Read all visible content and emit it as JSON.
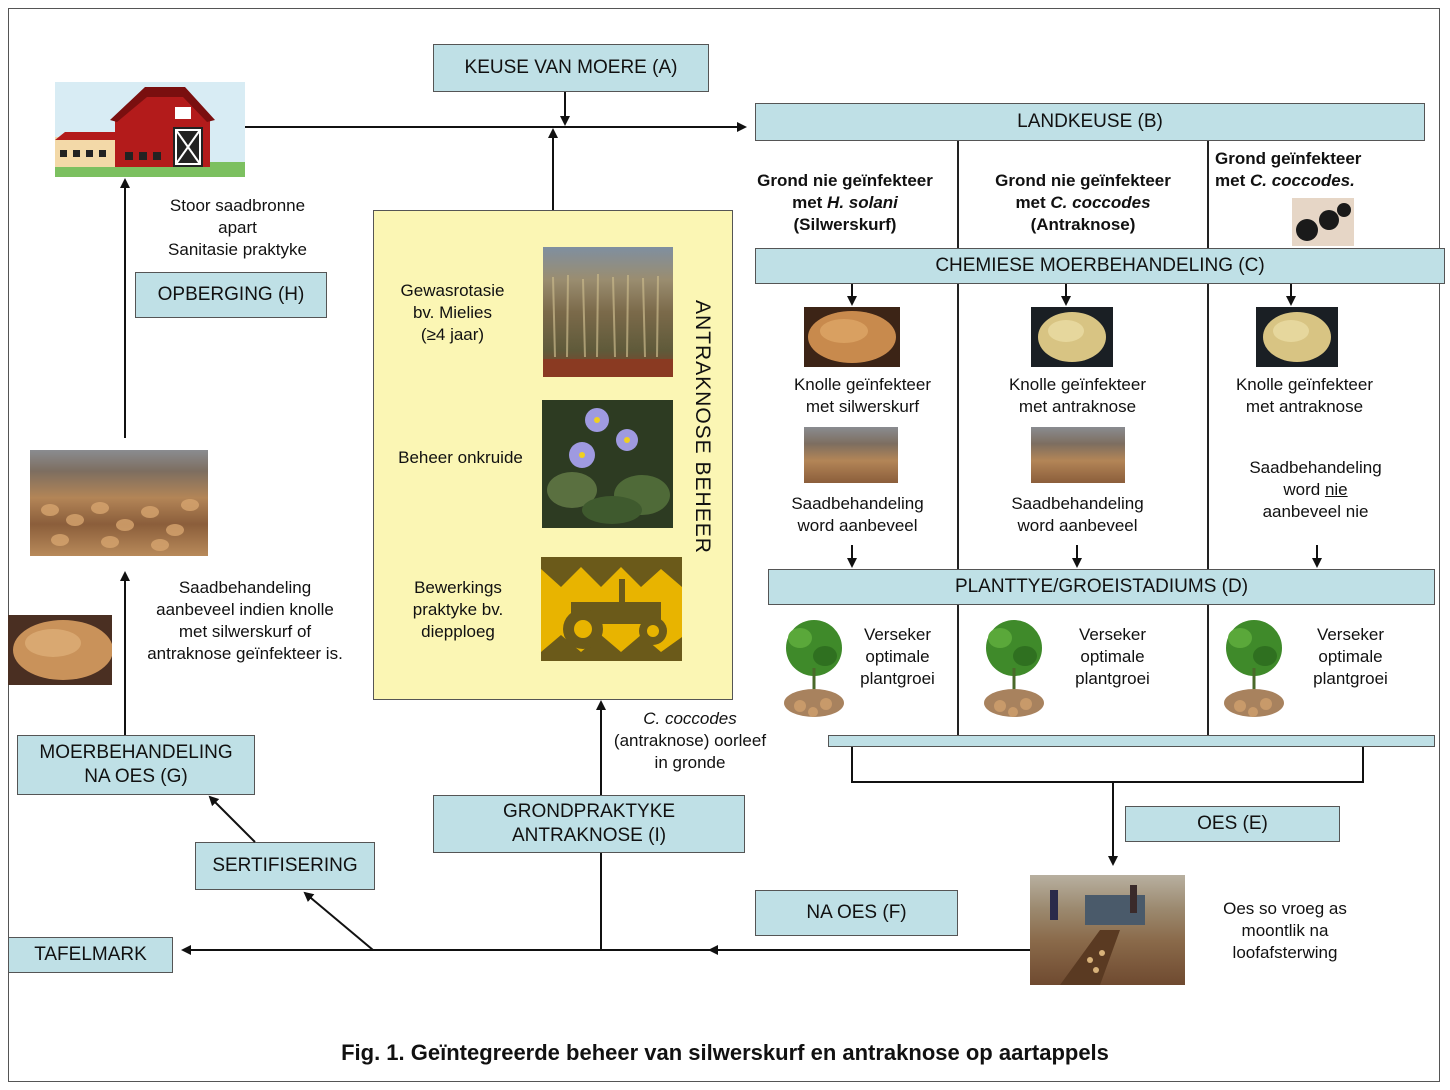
{
  "boxes": {
    "a": "KEUSE VAN MOERE (A)",
    "b": "LANDKEUSE (B)",
    "c": "CHEMIESE MOERBEHANDELING (C)",
    "d": "PLANTTYE/GROEISTADIUMS (D)",
    "e": "OES (E)",
    "f": "NA OES (F)",
    "g1": "MOERBEHANDELING",
    "g2": "NA OES (G)",
    "h": "OPBERGING (H)",
    "i1": "GRONDPRAKTYKE",
    "i2": "ANTRAKNOSE (I)",
    "sert": "SERTIFISERING",
    "tafel": "TAFELMARK"
  },
  "storage": {
    "l1": "Stoor saadbronne",
    "l2": "apart",
    "l3": "Sanitasie praktyke"
  },
  "seedtreat": {
    "l1": "Saadbehandeling",
    "l2": "aanbeveel indien knolle",
    "l3": "met silwerskurf of",
    "l4": "antraknose geïnfekteer is."
  },
  "yellow": {
    "vertical": "ANTRAKNOSE BEHEER",
    "rot1": "Gewasrotasie",
    "rot2": "bv. Mielies",
    "rot3": "(≥4  jaar)",
    "weed": "Beheer onkruide",
    "till1": "Bewerkings",
    "till2": "praktyke bv.",
    "till3": "diepploeg"
  },
  "cols": {
    "c1_h1": "Grond nie geïnfekteer",
    "c1_h2a": "met ",
    "c1_h2b": "H. solani",
    "c1_h3": "(Silwerskurf)",
    "c2_h1": "Grond nie geïnfekteer",
    "c2_h2a": "met ",
    "c2_h2b": "C. coccodes",
    "c2_h3": "(Antraknose)",
    "c3_h1": "Grond geïnfekteer",
    "c3_h2a": "met ",
    "c3_h2b": "C. coccodes.",
    "c1_k1": "Knolle geïnfekteer",
    "c1_k2": "met silwerskurf",
    "c2_k1": "Knolle geïnfekteer",
    "c2_k2": "met antraknose",
    "c3_k1": "Knolle geïnfekteer",
    "c3_k2": "met antraknose",
    "c1_s1": "Saadbehandeling",
    "c1_s2": "word aanbeveel",
    "c2_s1": "Saadbehandeling",
    "c2_s2": "word aanbeveel",
    "c3_s1": "Saadbehandeling",
    "c3_s2a": "word ",
    "c3_s2b": "nie",
    "c3_s3": "aanbeveel nie",
    "v1": "Verseker",
    "v2": "optimale",
    "v3": "plantgroei"
  },
  "soil": {
    "l1": "C. coccodes",
    "l2": "(antraknose) oorleef",
    "l3": "in gronde"
  },
  "harvest": {
    "l1": "Oes so vroeg as",
    "l2": "moontlik na",
    "l3": "loofafsterwing"
  },
  "caption": "Fig. 1. Geïntegreerde beheer van silwerskurf en antraknose op aartappels"
}
